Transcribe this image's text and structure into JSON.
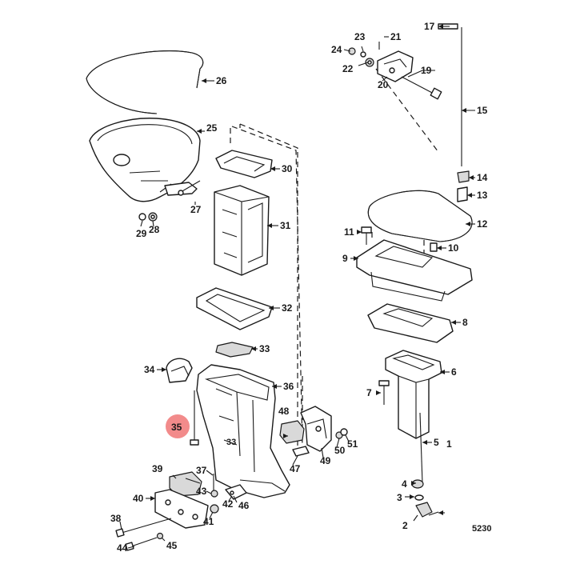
{
  "diagram": {
    "figure_number": "5230",
    "highlight_color": "#f28b8b",
    "highlighted_callout": "35",
    "callouts": [
      {
        "id": "c1",
        "label": "1"
      },
      {
        "id": "c2",
        "label": "2"
      },
      {
        "id": "c3",
        "label": "3"
      },
      {
        "id": "c4",
        "label": "4"
      },
      {
        "id": "c5",
        "label": "5"
      },
      {
        "id": "c6",
        "label": "6"
      },
      {
        "id": "c7",
        "label": "7"
      },
      {
        "id": "c8",
        "label": "8"
      },
      {
        "id": "c9",
        "label": "9"
      },
      {
        "id": "c10",
        "label": "10"
      },
      {
        "id": "c11",
        "label": "11"
      },
      {
        "id": "c12",
        "label": "12"
      },
      {
        "id": "c13",
        "label": "13"
      },
      {
        "id": "c14",
        "label": "14"
      },
      {
        "id": "c15",
        "label": "15"
      },
      {
        "id": "c17",
        "label": "17"
      },
      {
        "id": "c19",
        "label": "19"
      },
      {
        "id": "c20",
        "label": "20"
      },
      {
        "id": "c21",
        "label": "21"
      },
      {
        "id": "c22",
        "label": "22"
      },
      {
        "id": "c23",
        "label": "23"
      },
      {
        "id": "c24",
        "label": "24"
      },
      {
        "id": "c25",
        "label": "25"
      },
      {
        "id": "c26",
        "label": "26"
      },
      {
        "id": "c27",
        "label": "27"
      },
      {
        "id": "c28",
        "label": "28"
      },
      {
        "id": "c29",
        "label": "29"
      },
      {
        "id": "c30",
        "label": "30"
      },
      {
        "id": "c31",
        "label": "31"
      },
      {
        "id": "c32",
        "label": "32"
      },
      {
        "id": "c33",
        "label": "33"
      },
      {
        "id": "c33b",
        "label": "33"
      },
      {
        "id": "c34",
        "label": "34"
      },
      {
        "id": "c35",
        "label": "35"
      },
      {
        "id": "c36",
        "label": "36"
      },
      {
        "id": "c37",
        "label": "37"
      },
      {
        "id": "c38",
        "label": "38"
      },
      {
        "id": "c39",
        "label": "39"
      },
      {
        "id": "c40",
        "label": "40"
      },
      {
        "id": "c41",
        "label": "41"
      },
      {
        "id": "c42",
        "label": "42"
      },
      {
        "id": "c43",
        "label": "43"
      },
      {
        "id": "c44",
        "label": "44"
      },
      {
        "id": "c45",
        "label": "45"
      },
      {
        "id": "c46",
        "label": "46"
      },
      {
        "id": "c47",
        "label": "47"
      },
      {
        "id": "c48",
        "label": "48"
      },
      {
        "id": "c49",
        "label": "49"
      },
      {
        "id": "c50",
        "label": "50"
      },
      {
        "id": "c51",
        "label": "51"
      }
    ]
  }
}
